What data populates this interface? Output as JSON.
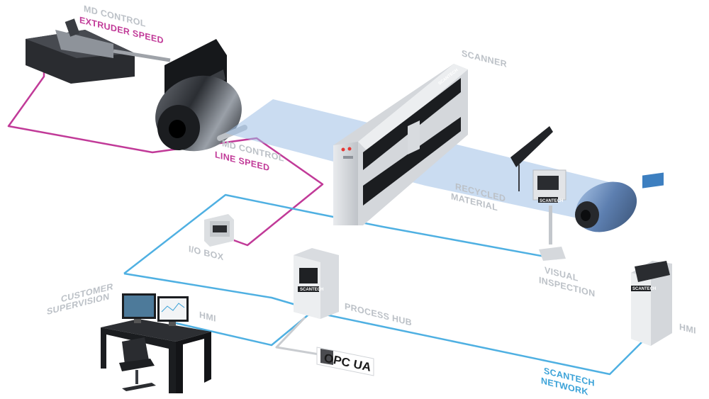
{
  "labels": {
    "md_control_top": "MD CONTROL",
    "extruder_speed": "EXTRUDER SPEED",
    "md_control_mid": "MD CONTROL",
    "line_speed": "LINE SPEED",
    "scanner": "SCANNER",
    "recycled_material": [
      "RECYCLED",
      "MATERIAL"
    ],
    "io_box": "I/O BOX",
    "visual_inspection": [
      "VISUAL",
      "INSPECTION"
    ],
    "customer_supervision": [
      "CUSTOMER",
      "SUPERVISION"
    ],
    "hmi_left": "HMI",
    "process_hub": "PROCESS HUB",
    "hmi_right": "HMI",
    "scantech_network": [
      "SCANTECH",
      "NETWORK"
    ],
    "opc_ua": "OPC UA"
  },
  "brand_marks": {
    "scanner": "SCANTECH",
    "inspection": "SCANTECH",
    "process_hub": "SCANTECH",
    "hmi_kiosk": "SCANTECH"
  },
  "colors": {
    "md_control_line": "#c13a98",
    "network_line": "#4fb0e2",
    "opc_line": "#c9ccd0",
    "label_grey": "#bcc1c7",
    "film": "#9fc0e6"
  }
}
